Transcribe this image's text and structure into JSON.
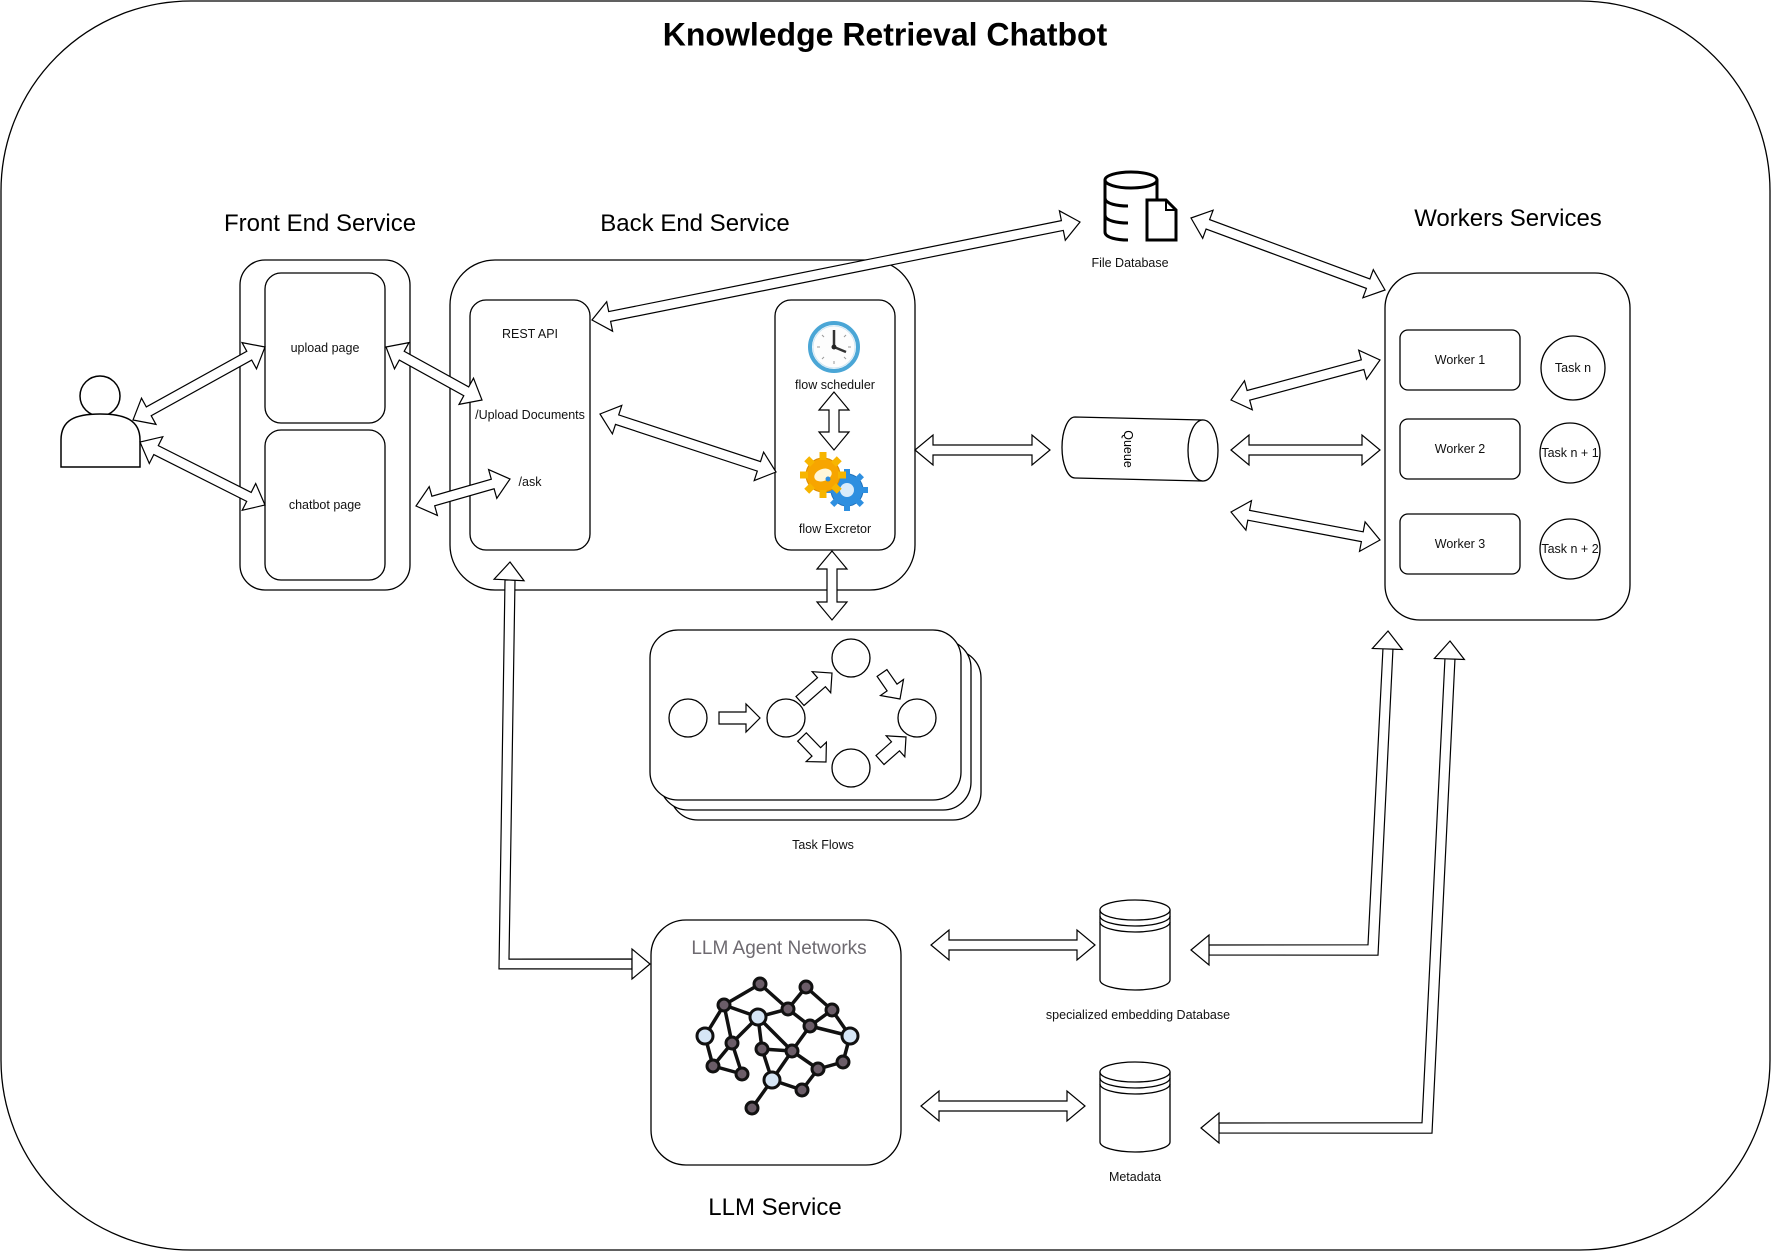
{
  "title": "Knowledge Retrieval Chatbot",
  "sections": {
    "front_end": "Front End Service",
    "back_end": "Back End Service",
    "workers": "Workers Services",
    "llm": "LLM Service"
  },
  "front_end": {
    "pages": [
      "upload page",
      "chatbot page"
    ]
  },
  "back_end": {
    "rest_api": {
      "title": "REST API",
      "endpoints": [
        "/Upload Documents",
        "/ask"
      ]
    },
    "flow": {
      "scheduler": "flow scheduler",
      "executor": "flow Excretor"
    }
  },
  "file_database": {
    "label": "File Database"
  },
  "queue": {
    "label": "Queue"
  },
  "workers": {
    "items": [
      "Worker 1",
      "Worker 2",
      "Worker 3"
    ],
    "tasks": [
      "Task n",
      "Task n + 1",
      "Task n + 2"
    ]
  },
  "task_flows": {
    "label": "Task Flows"
  },
  "llm": {
    "title": "LLM Agent Networks"
  },
  "embedding_db": {
    "label": "specialized embedding Database"
  },
  "metadata_db": {
    "label": "Metadata"
  },
  "icons": {
    "user": "user-icon",
    "file_database": "database-file-icon",
    "scheduler": "clock-icon",
    "executor": "gears-icon",
    "llm": "brain-network-icon"
  },
  "colors": {
    "stroke": "#000000",
    "clock_ring": "#4aa6d6",
    "gear_orange": "#f7a500",
    "gear_blue": "#2e8fe0",
    "brain_dark_node": "#6b5d68",
    "brain_light_node": "#d6e6f6",
    "llm_title": "#6e6a70"
  }
}
